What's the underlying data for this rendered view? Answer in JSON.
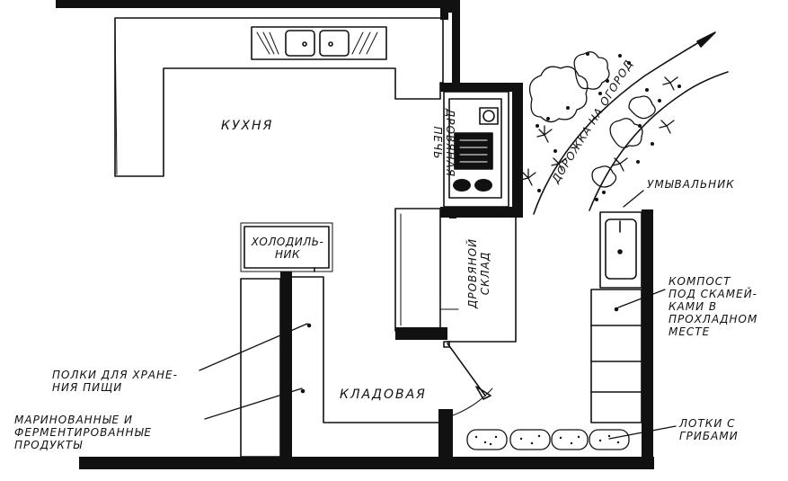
{
  "labels": {
    "kitchen": "КУХНЯ",
    "wood_stove": "ДРОВЯНАЯ\nПЕЧЬ",
    "path_to_garden": "ДОРОЖКА НА ОГОРОД",
    "washstand": "УМЫВАЛЬНИК",
    "fridge": "ХОЛОДИЛЬ-\nНИК",
    "woodshed": "ДРОВЯНОЙ\nСКЛАД",
    "compost": "КОМПОСТ\nПОД СКАМЕЙ-\nКАМИ В\nПРОХЛАДНОМ\nМЕСТЕ",
    "shelves": "ПОЛКИ ДЛЯ ХРАНЕ-\nНИЯ ПИЩИ",
    "pantry": "КЛАДОВАЯ",
    "pickled": "МАРИНОВАННЫЕ И\nФЕРМЕНТИРОВАННЫЕ\nПРОДУКТЫ",
    "trays": "ЛОТКИ С\nГРИБАМИ"
  },
  "icons": {
    "sink": "double-sink-icon",
    "stove": "wood-stove-icon",
    "washbasin": "washbasin-icon",
    "plants": "shrub-icon",
    "arrow": "path-arrow-icon",
    "door": "door-swing-icon"
  },
  "colors": {
    "ink": "#111111",
    "paper": "#ffffff"
  }
}
